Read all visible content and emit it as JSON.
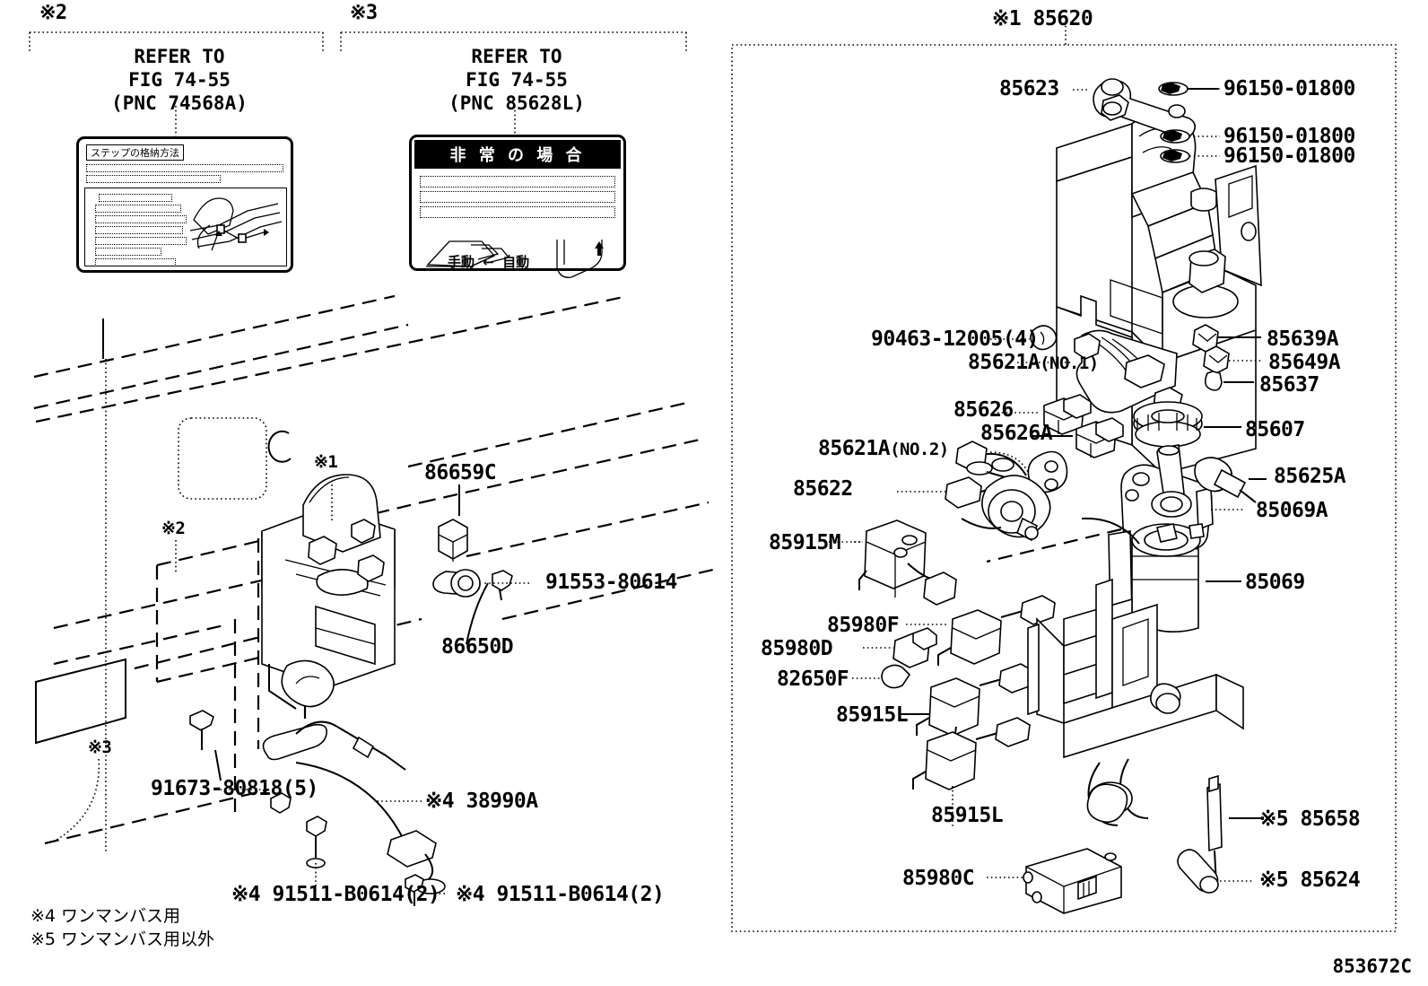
{
  "diagram": {
    "code": "853672C",
    "title_marker": "※1 85620"
  },
  "callouts": [
    {
      "marker": "※2",
      "refer_line1": "REFER TO",
      "refer_line2": "FIG 74-55",
      "refer_line3": "(PNC 74568A)",
      "label_heading": "ステップの格納方法"
    },
    {
      "marker": "※3",
      "refer_line1": "REFER TO",
      "refer_line2": "FIG 74-55",
      "refer_line3": "(PNC 85628L)",
      "label_heading": "非 常 の 場 合",
      "label_footer_left": "手動",
      "label_footer_arrow": "←",
      "label_footer_right": "自動"
    }
  ],
  "left_panel": {
    "markers": [
      {
        "name": "marker-1",
        "text": "※1"
      },
      {
        "name": "marker-2",
        "text": "※2"
      },
      {
        "name": "marker-3",
        "text": "※3"
      }
    ],
    "parts": [
      {
        "id": "86659C",
        "label": "86659C"
      },
      {
        "id": "86650D",
        "label": "86650D"
      },
      {
        "id": "91553",
        "label": "91553-80614"
      },
      {
        "id": "91673",
        "label": "91673-80818(5)"
      },
      {
        "id": "38990A",
        "label": "※4 38990A"
      },
      {
        "id": "91511a",
        "label": "※4 91511-B0614(2)"
      },
      {
        "id": "91511b",
        "label": "※4 91511-B0614(2)"
      }
    ],
    "footnotes": [
      "※4 ワンマンバス用",
      "※5 ワンマンバス用以外"
    ]
  },
  "right_panel": {
    "parts": [
      {
        "id": "85623",
        "label": "85623"
      },
      {
        "id": "96150a",
        "label": "96150-01800"
      },
      {
        "id": "96150b",
        "label": "96150-01800"
      },
      {
        "id": "96150c",
        "label": "96150-01800"
      },
      {
        "id": "90463",
        "label": "90463-12005(4)"
      },
      {
        "id": "85621A1",
        "label": "85621A",
        "suffix": "(NO.1)"
      },
      {
        "id": "85639A",
        "label": "85639A"
      },
      {
        "id": "85649A",
        "label": "85649A"
      },
      {
        "id": "85637",
        "label": "85637"
      },
      {
        "id": "85626",
        "label": "85626"
      },
      {
        "id": "85626A",
        "label": "85626A"
      },
      {
        "id": "85607",
        "label": "85607"
      },
      {
        "id": "85621A2",
        "label": "85621A",
        "suffix": "(NO.2)"
      },
      {
        "id": "85622",
        "label": "85622"
      },
      {
        "id": "85625A",
        "label": "85625A"
      },
      {
        "id": "85069A",
        "label": "85069A"
      },
      {
        "id": "85915M",
        "label": "85915M"
      },
      {
        "id": "85069",
        "label": "85069"
      },
      {
        "id": "85980F",
        "label": "85980F"
      },
      {
        "id": "85980D",
        "label": "85980D"
      },
      {
        "id": "82650F",
        "label": "82650F"
      },
      {
        "id": "85915L1",
        "label": "85915L"
      },
      {
        "id": "85915L2",
        "label": "85915L"
      },
      {
        "id": "85658",
        "label": "※5 85658"
      },
      {
        "id": "85624",
        "label": "※5 85624"
      },
      {
        "id": "85980C",
        "label": "85980C"
      }
    ]
  }
}
